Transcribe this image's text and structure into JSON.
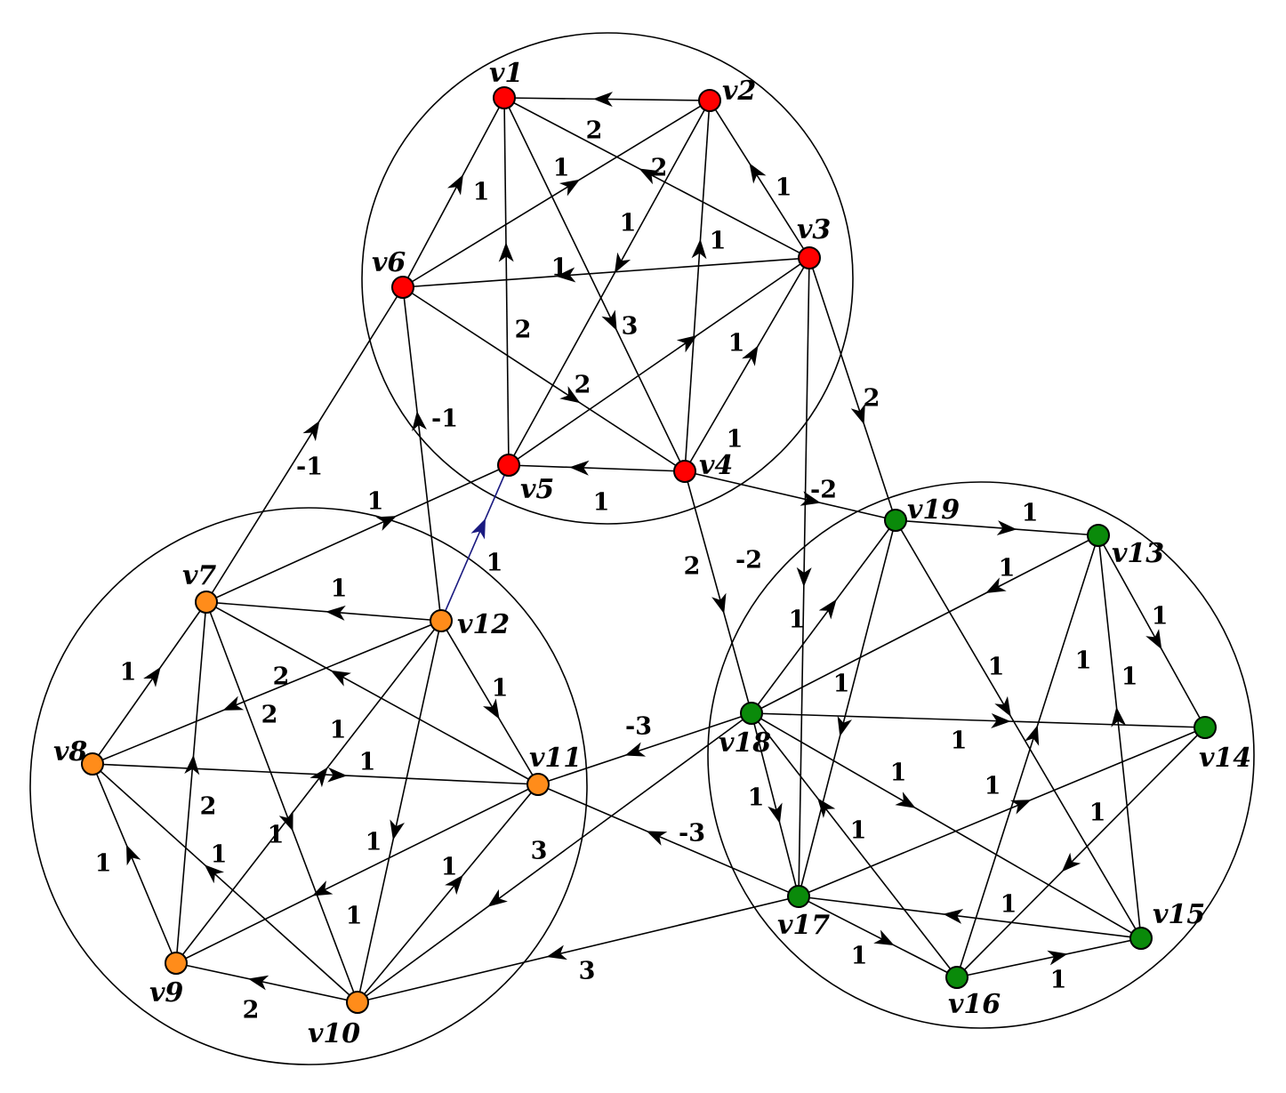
{
  "colors": {
    "red": "#ff0000",
    "orange": "#ff8c1a",
    "green": "#0a8a0a",
    "edge": "#000000",
    "special_edge": "#1a1a80"
  },
  "clusters": [
    {
      "id": "top"
    },
    {
      "id": "left"
    },
    {
      "id": "right"
    }
  ],
  "nodes": [
    {
      "id": "v1",
      "label": "v1",
      "color": "red"
    },
    {
      "id": "v2",
      "label": "v2",
      "color": "red"
    },
    {
      "id": "v3",
      "label": "v3",
      "color": "red"
    },
    {
      "id": "v4",
      "label": "v4",
      "color": "red"
    },
    {
      "id": "v5",
      "label": "v5",
      "color": "red"
    },
    {
      "id": "v6",
      "label": "v6",
      "color": "red"
    },
    {
      "id": "v7",
      "label": "v7",
      "color": "orange"
    },
    {
      "id": "v8",
      "label": "v8",
      "color": "orange"
    },
    {
      "id": "v9",
      "label": "v9",
      "color": "orange"
    },
    {
      "id": "v10",
      "label": "v10",
      "color": "orange"
    },
    {
      "id": "v11",
      "label": "v11",
      "color": "orange"
    },
    {
      "id": "v12",
      "label": "v12",
      "color": "orange"
    },
    {
      "id": "v13",
      "label": "v13",
      "color": "green"
    },
    {
      "id": "v14",
      "label": "v14",
      "color": "green"
    },
    {
      "id": "v15",
      "label": "v15",
      "color": "green"
    },
    {
      "id": "v16",
      "label": "v16",
      "color": "green"
    },
    {
      "id": "v17",
      "label": "v17",
      "color": "green"
    },
    {
      "id": "v18",
      "label": "v18",
      "color": "green"
    },
    {
      "id": "v19",
      "label": "v19",
      "color": "green"
    }
  ],
  "edges": [
    {
      "from": "v2",
      "to": "v1",
      "weight": "2"
    },
    {
      "from": "v3",
      "to": "v2",
      "weight": "1"
    },
    {
      "from": "v3",
      "to": "v1",
      "weight": "2"
    },
    {
      "from": "v1",
      "to": "v4",
      "weight": "3"
    },
    {
      "from": "v6",
      "to": "v1",
      "weight": "1"
    },
    {
      "from": "v6",
      "to": "v2",
      "weight": "1"
    },
    {
      "from": "v2",
      "to": "v5",
      "weight": "1"
    },
    {
      "from": "v4",
      "to": "v2",
      "weight": "1"
    },
    {
      "from": "v3",
      "to": "v6",
      "weight": "1"
    },
    {
      "from": "v5",
      "to": "v1",
      "weight": "2"
    },
    {
      "from": "v6",
      "to": "v4",
      "weight": "2"
    },
    {
      "from": "v5",
      "to": "v3",
      "weight": "1"
    },
    {
      "from": "v4",
      "to": "v3",
      "weight": "1"
    },
    {
      "from": "v4",
      "to": "v5",
      "weight": "1"
    },
    {
      "from": "v3",
      "to": "v19",
      "weight": "2"
    },
    {
      "from": "v4",
      "to": "v19",
      "weight": "-2"
    },
    {
      "from": "v3",
      "to": "v17",
      "weight": "-2"
    },
    {
      "from": "v4",
      "to": "v18",
      "weight": "2"
    },
    {
      "from": "v7",
      "to": "v6",
      "weight": "-1"
    },
    {
      "from": "v12",
      "to": "v6",
      "weight": "-1"
    },
    {
      "from": "v7",
      "to": "v5",
      "weight": "1"
    },
    {
      "from": "v12",
      "to": "v5",
      "weight": "1",
      "special": true
    },
    {
      "from": "v12",
      "to": "v7",
      "weight": "1"
    },
    {
      "from": "v8",
      "to": "v7",
      "weight": "1"
    },
    {
      "from": "v12",
      "to": "v8",
      "weight": "2"
    },
    {
      "from": "v11",
      "to": "v7",
      "weight": "2"
    },
    {
      "from": "v7",
      "to": "v10",
      "weight": "1"
    },
    {
      "from": "v12",
      "to": "v11",
      "weight": "1"
    },
    {
      "from": "v8",
      "to": "v11",
      "weight": "1"
    },
    {
      "from": "v9",
      "to": "v12",
      "weight": "1"
    },
    {
      "from": "v9",
      "to": "v7",
      "weight": "2"
    },
    {
      "from": "v12",
      "to": "v10",
      "weight": "1"
    },
    {
      "from": "v9",
      "to": "v8",
      "weight": "1"
    },
    {
      "from": "v10",
      "to": "v8",
      "weight": "1"
    },
    {
      "from": "v11",
      "to": "v9",
      "weight": "1"
    },
    {
      "from": "v10",
      "to": "v11",
      "weight": "1"
    },
    {
      "from": "v10",
      "to": "v9",
      "weight": "2"
    },
    {
      "from": "v18",
      "to": "v11",
      "weight": "-3"
    },
    {
      "from": "v17",
      "to": "v11",
      "weight": "-3"
    },
    {
      "from": "v18",
      "to": "v10",
      "weight": "3"
    },
    {
      "from": "v17",
      "to": "v10",
      "weight": "3"
    },
    {
      "from": "v19",
      "to": "v13",
      "weight": "1"
    },
    {
      "from": "v13",
      "to": "v18",
      "weight": "1"
    },
    {
      "from": "v18",
      "to": "v19",
      "weight": "1"
    },
    {
      "from": "v19",
      "to": "v17",
      "weight": "1"
    },
    {
      "from": "v19",
      "to": "v15",
      "weight": "1"
    },
    {
      "from": "v13",
      "to": "v14",
      "weight": "1"
    },
    {
      "from": "v16",
      "to": "v13",
      "weight": "1"
    },
    {
      "from": "v15",
      "to": "v13",
      "weight": "1"
    },
    {
      "from": "v18",
      "to": "v14",
      "weight": "1"
    },
    {
      "from": "v18",
      "to": "v15",
      "weight": "1"
    },
    {
      "from": "v17",
      "to": "v14",
      "weight": "1"
    },
    {
      "from": "v18",
      "to": "v17",
      "weight": "1"
    },
    {
      "from": "v16",
      "to": "v18",
      "weight": "1"
    },
    {
      "from": "v14",
      "to": "v16",
      "weight": "1"
    },
    {
      "from": "v15",
      "to": "v17",
      "weight": "1"
    },
    {
      "from": "v17",
      "to": "v16",
      "weight": "1"
    },
    {
      "from": "v16",
      "to": "v15",
      "weight": "1"
    }
  ]
}
